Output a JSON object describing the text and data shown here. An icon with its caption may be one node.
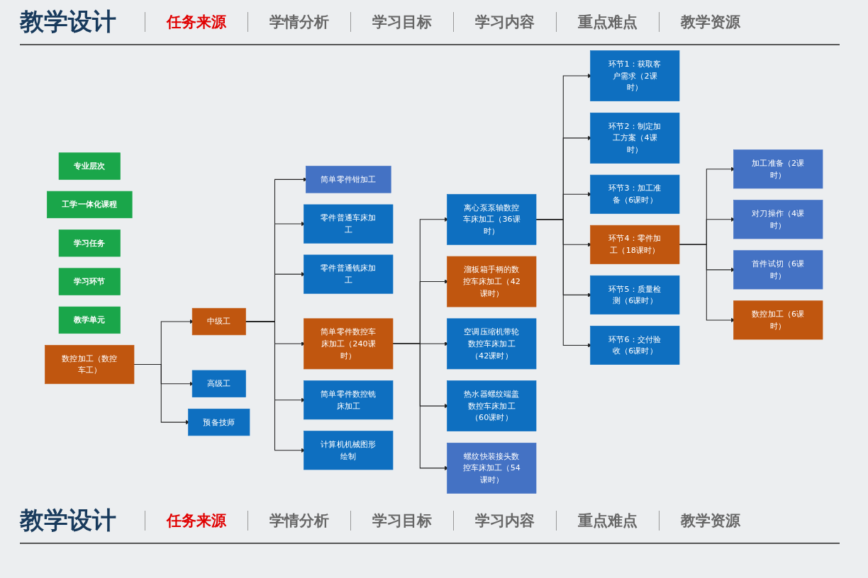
{
  "diagram": {
    "title": "教学设计",
    "nodes": [
      {
        "text": [
          "专业层次"
        ]
      },
      {
        "text": [
          "工学一体化课程"
        ]
      },
      {
        "text": [
          "学习任务"
        ]
      },
      {
        "text": [
          "学习环节"
        ]
      },
      {
        "text": [
          "教学单元"
        ]
      },
      {
        "text": [
          "数控加工（数控车工）"
        ]
      },
      {
        "text": [
          "中级工"
        ]
      },
      {
        "text": [
          "高级工"
        ]
      },
      {
        "text": [
          "预备技师"
        ]
      },
      {
        "text": [
          "简单零件钳加工"
        ]
      },
      {
        "text": [
          "零件普通车床加工"
        ]
      },
      {
        "text": [
          "零件普通铣床加工"
        ]
      },
      {
        "text": [
          "简单零件数控车床加工（240课时）"
        ]
      },
      {
        "text": [
          "简单零件数控铣床加工"
        ]
      },
      {
        "text": [
          "计算机机械图形绘制"
        ]
      },
      {
        "text": [
          "离心泵泵轴数控车床加工（36课时）"
        ]
      },
      {
        "text": [
          "溜板箱手柄的数控车床加工（42课时）"
        ]
      },
      {
        "text": [
          "空调压缩机带轮数控车床加工（42课时）"
        ]
      },
      {
        "text": [
          "热水器螺纹端盖数控车床加工（60课时）"
        ]
      },
      {
        "text": [
          "螺纹快装接头数控车床加工（54课时）"
        ]
      },
      {
        "text": [
          "环节1：获取客户需求（2课时）"
        ]
      },
      {
        "text": [
          "环节2：制定加工方案（4课时）"
        ]
      },
      {
        "text": [
          "环节3：加工准备（6课时）"
        ]
      },
      {
        "text": [
          "环节4：零件加工（18课时）"
        ]
      },
      {
        "text": [
          "环节5：质量检测（6课时）"
        ]
      },
      {
        "text": [
          "环节6：交付验收（6课时）"
        ]
      },
      {
        "text": [
          "加工准备（2课时）"
        ]
      },
      {
        "text": [
          "对刀操作（4课时）"
        ]
      },
      {
        "text": [
          "首件试切（6课时）"
        ]
      },
      {
        "text": [
          "数控加工（6课时）"
        ]
      }
    ],
    "edges": [
      {
        "from": 5,
        "to": 6,
        "arrow": "to"
      },
      {
        "from": 5,
        "to": 7,
        "arrow": "to"
      },
      {
        "from": 5,
        "to": 8,
        "arrow": "to"
      },
      {
        "from": 6,
        "to": 9,
        "arrow": "to"
      },
      {
        "from": 6,
        "to": 10,
        "arrow": "to"
      },
      {
        "from": 6,
        "to": 11,
        "arrow": "to"
      },
      {
        "from": 6,
        "to": 12,
        "arrow": "to"
      },
      {
        "from": 6,
        "to": 13,
        "arrow": "to"
      },
      {
        "from": 6,
        "to": 14,
        "arrow": "to"
      },
      {
        "from": 12,
        "to": 15,
        "arrow": "to"
      },
      {
        "from": 12,
        "to": 16,
        "arrow": "to"
      },
      {
        "from": 12,
        "to": 17,
        "arrow": "to"
      },
      {
        "from": 12,
        "to": 18,
        "arrow": "to"
      },
      {
        "from": 12,
        "to": 19,
        "arrow": "to"
      },
      {
        "from": 15,
        "to": 20,
        "arrow": "to"
      },
      {
        "from": 15,
        "to": 21,
        "arrow": "to"
      },
      {
        "from": 15,
        "to": 22,
        "arrow": "to"
      },
      {
        "from": 15,
        "to": 23,
        "arrow": "to"
      },
      {
        "from": 15,
        "to": 24,
        "arrow": "to"
      },
      {
        "from": 15,
        "to": 25,
        "arrow": "to"
      },
      {
        "from": 23,
        "to": 26,
        "arrow": "to"
      },
      {
        "from": 23,
        "to": 27,
        "arrow": "to"
      },
      {
        "from": 23,
        "to": 28,
        "arrow": "to"
      },
      {
        "from": 23,
        "to": 29,
        "arrow": "to"
      }
    ],
    "labels": [
      "任务来源",
      "学情分析",
      "学习目标",
      "学习内容",
      "重点难点",
      "教学资源",
      "教学设计",
      "任务来源",
      "学情分析",
      "学习目标",
      "学习内容",
      "重点难点",
      "教学资源"
    ]
  }
}
